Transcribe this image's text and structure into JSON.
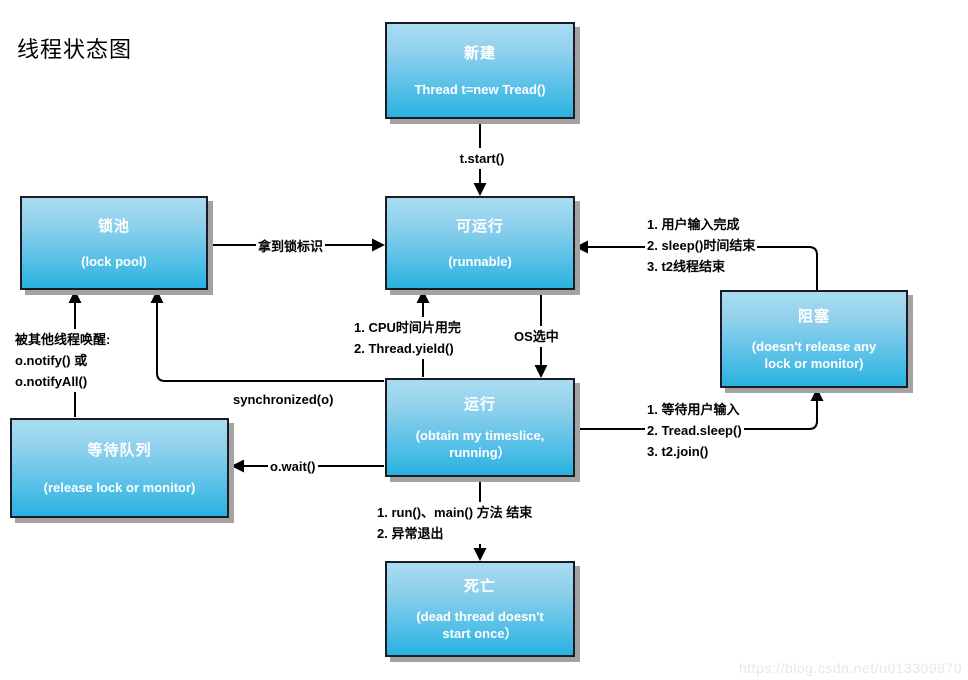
{
  "title": "线程状态图",
  "watermark": "https://blog.csdn.net/u013309870",
  "colors": {
    "box_gradient_top": "#aadcf0",
    "box_gradient_bottom": "#29b2e0",
    "box_border": "#1b1b28",
    "box_shadow": "#a3a3a3",
    "line": "#000000",
    "label_text": "#000000",
    "watermark_text": "#e7e7e7"
  },
  "nodes": {
    "new": {
      "title": "新建",
      "subtitle": "Thread t=new Tread()"
    },
    "lock_pool": {
      "title": "锁池",
      "subtitle": "(lock pool)"
    },
    "runnable": {
      "title": "可运行",
      "subtitle": "(runnable)"
    },
    "blocked": {
      "title": "阻塞",
      "subtitle": "(doesn't release any\nlock or monitor)"
    },
    "running": {
      "title": "运行",
      "subtitle": "(obtain my timeslice,\nrunning）"
    },
    "wait_queue": {
      "title": "等待队列",
      "subtitle": "(release lock or monitor)"
    },
    "dead": {
      "title": "死亡",
      "subtitle": "(dead thread doesn't\nstart once）"
    }
  },
  "edge_labels": {
    "t_start": "t.start()",
    "got_lock": "拿到锁标识",
    "blocked_to_runnable": "1. 用户输入完成\n2. sleep()时间结束\n3. t2线程结束",
    "cpu_yield": "1. CPU时间片用完\n2. Thread.yield()",
    "os_select": "OS选中",
    "synchronized": "synchronized(o)",
    "notify": "被其他线程唤醒:\no.notify() 或\no.notifyAll()",
    "o_wait": "o.wait()",
    "running_to_blocked": "1. 等待用户输入\n2. Tread.sleep()\n3. t2.join()",
    "running_to_dead": "1. run()、main() 方法 结束\n2. 异常退出"
  }
}
